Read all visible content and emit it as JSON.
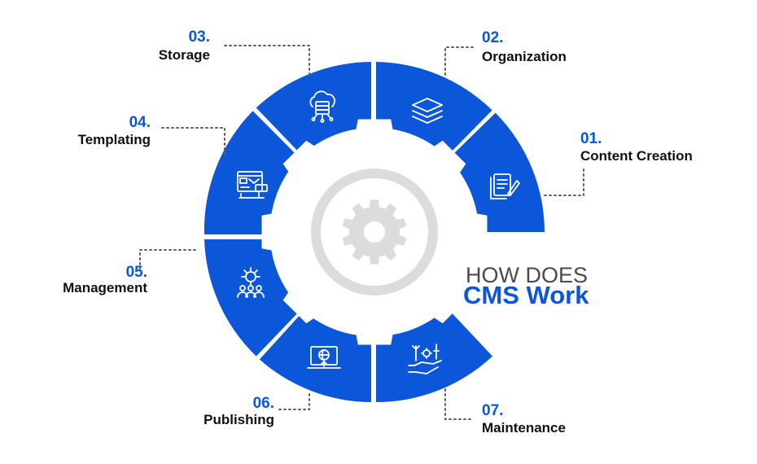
{
  "title": {
    "line1": "HOW DOES",
    "line2": "CMS Work"
  },
  "colors": {
    "accent": "#0b56d9",
    "gear": "#dcdcdc",
    "text": "#111111",
    "subtitle": "#4a4a4a",
    "dotted_line": "#5f5f5f"
  },
  "steps": [
    {
      "number": "01.",
      "label": "Content Creation",
      "icon": "document-pen-icon"
    },
    {
      "number": "02.",
      "label": "Organization",
      "icon": "stacked-layers-icon"
    },
    {
      "number": "03.",
      "label": "Storage",
      "icon": "cloud-server-icon"
    },
    {
      "number": "04.",
      "label": "Templating",
      "icon": "template-layout-icon"
    },
    {
      "number": "05.",
      "label": "Management",
      "icon": "team-gear-icon"
    },
    {
      "number": "06.",
      "label": "Publishing",
      "icon": "laptop-upload-icon"
    },
    {
      "number": "07.",
      "label": "Maintenance",
      "icon": "hand-tools-icon"
    }
  ]
}
